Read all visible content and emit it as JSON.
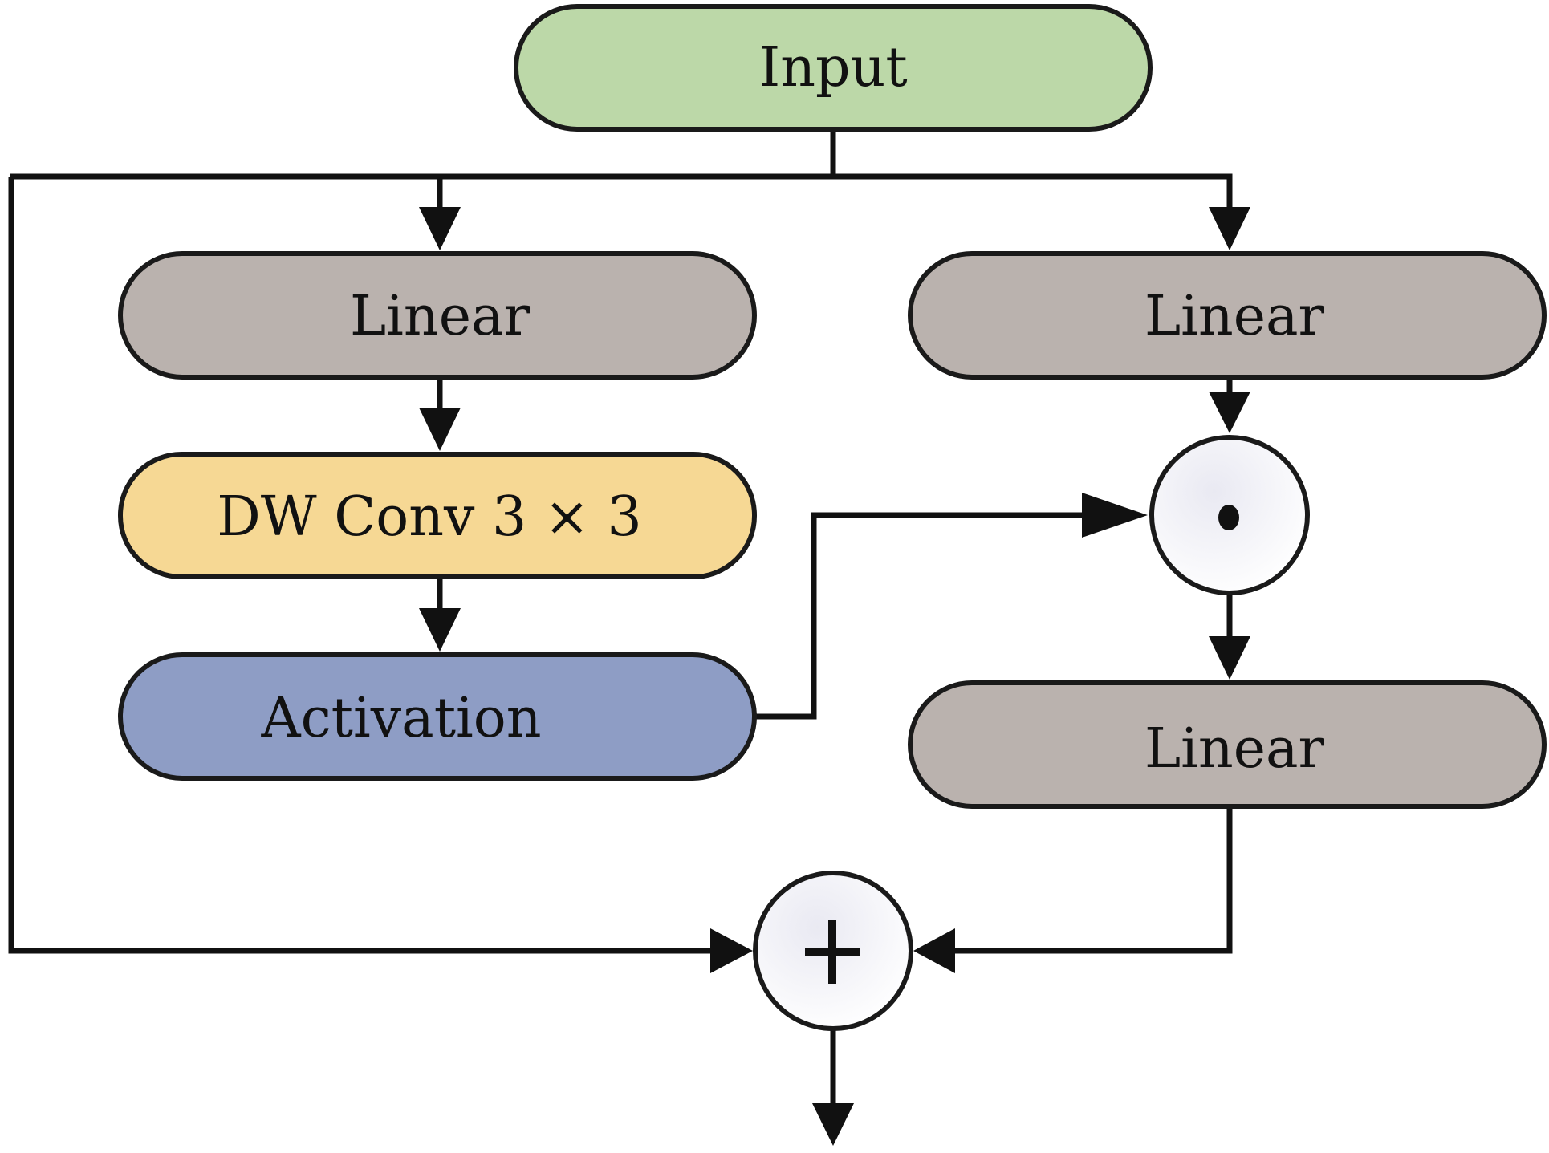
{
  "diagram": {
    "title": "",
    "nodes": {
      "input": {
        "label": "Input",
        "color": "#bcd8a8"
      },
      "linear_left": {
        "label": "Linear",
        "color": "#bab2ae"
      },
      "dwconv": {
        "label": "DW Conv 3 × 3",
        "color": "#f6d894"
      },
      "activation": {
        "label": "Activation",
        "color": "#8e9dc5"
      },
      "linear_right": {
        "label": "Linear",
        "color": "#bab2ae"
      },
      "multiply": {
        "symbol": "·",
        "meaning": "element-wise multiply",
        "color": "#f4f4f8"
      },
      "linear_out": {
        "label": "Linear",
        "color": "#bab2ae"
      },
      "add": {
        "symbol": "+",
        "meaning": "residual add",
        "color": "#f4f4f8"
      }
    },
    "edges": [
      {
        "from": "input",
        "to": "linear_left"
      },
      {
        "from": "input",
        "to": "linear_right"
      },
      {
        "from": "input",
        "to": "add",
        "type": "residual"
      },
      {
        "from": "linear_left",
        "to": "dwconv"
      },
      {
        "from": "dwconv",
        "to": "activation"
      },
      {
        "from": "activation",
        "to": "multiply"
      },
      {
        "from": "linear_right",
        "to": "multiply"
      },
      {
        "from": "multiply",
        "to": "linear_out"
      },
      {
        "from": "linear_out",
        "to": "add"
      },
      {
        "from": "add",
        "to": "output"
      }
    ]
  }
}
